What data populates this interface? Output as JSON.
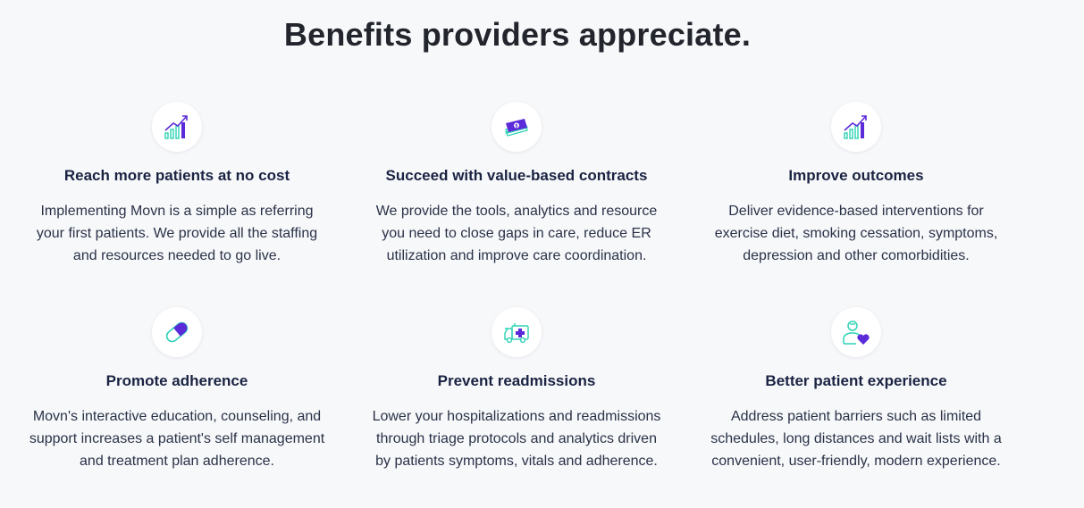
{
  "section": {
    "title": "Benefits providers appreciate."
  },
  "colors": {
    "accent_purple": "#5b2ad9",
    "accent_teal": "#2ed3b5",
    "text_dark": "#1a2342",
    "background": "#f7f8fa"
  },
  "benefits": [
    {
      "icon": "growth-chart-icon",
      "title": "Reach more patients at no cost",
      "lines": [
        "Implementing Movn is a simple as referring",
        "your first patients. We provide all the staffing",
        "and resources needed to go live."
      ]
    },
    {
      "icon": "money-stack-icon",
      "title": "Succeed with value-based contracts",
      "lines": [
        "We provide the tools, analytics and resource",
        "you need to close gaps in care, reduce ER",
        "utilization and improve care coordination."
      ]
    },
    {
      "icon": "growth-chart-icon",
      "title": "Improve outcomes",
      "lines": [
        "Deliver evidence-based interventions for",
        "exercise diet, smoking cessation, symptoms,",
        "depression and other comorbidities."
      ]
    },
    {
      "icon": "pill-capsule-icon",
      "title": "Promote adherence",
      "lines": [
        "Movn's interactive education, counseling, and",
        "support increases a patient's self management",
        "and treatment plan adherence."
      ]
    },
    {
      "icon": "ambulance-icon",
      "title": "Prevent readmissions",
      "lines": [
        "Lower your hospitalizations and readmissions",
        "through triage protocols and analytics driven",
        "by patients symptoms, vitals and adherence."
      ]
    },
    {
      "icon": "patient-heart-icon",
      "title": "Better patient experience",
      "lines": [
        "Address patient barriers such as limited",
        "schedules, long distances and wait lists with a",
        "convenient, user-friendly, modern experience."
      ]
    }
  ]
}
